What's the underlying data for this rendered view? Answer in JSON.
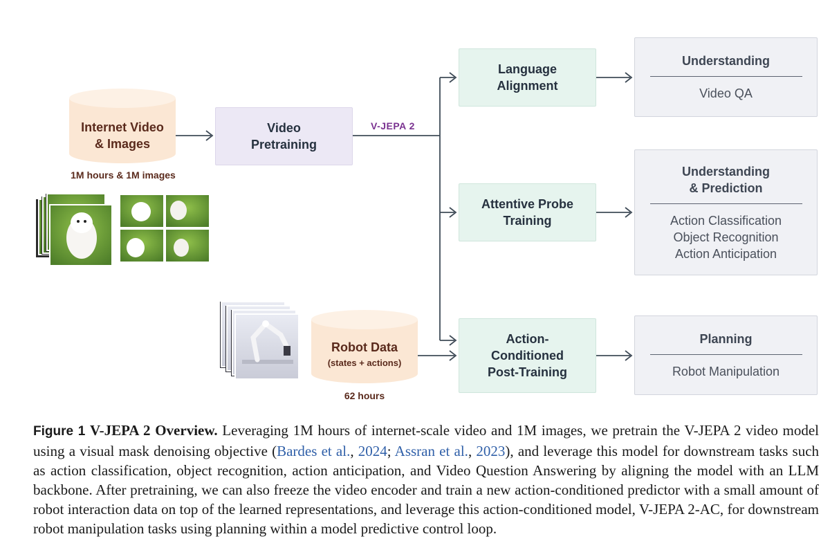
{
  "colors": {
    "cylinder_fill": "#fbe7d4",
    "cylinder_top": "#fdf1e5",
    "video_box": "#ece8f5",
    "green_box": "#e6f4ee",
    "output_box": "#f0f1f5",
    "arrow": "#3f4b57",
    "vjepa_label": "#7a3290",
    "citation": "#2f5fa8"
  },
  "inputs": {
    "internet": {
      "label_line1": "Internet Video",
      "label_line2": "& Images",
      "note": "1M hours & 1M images"
    },
    "robot": {
      "label": "Robot Data",
      "sublabel": "(states + actions)",
      "note": "62 hours"
    }
  },
  "pretraining": {
    "label_line1": "Video",
    "label_line2": "Pretraining",
    "output_label": "V-JEPA 2"
  },
  "stages": {
    "language": {
      "line1": "Language",
      "line2": "Alignment"
    },
    "probe": {
      "line1": "Attentive Probe",
      "line2": "Training"
    },
    "action": {
      "line1": "Action-",
      "line2": "Conditioned",
      "line3": "Post-Training"
    }
  },
  "outputs": {
    "understanding": {
      "title": "Understanding",
      "items": [
        "Video QA"
      ]
    },
    "understanding_prediction": {
      "title_line1": "Understanding",
      "title_line2": "& Prediction",
      "items": [
        "Action Classification",
        "Object Recognition",
        "Action Anticipation"
      ]
    },
    "planning": {
      "title": "Planning",
      "items": [
        "Robot Manipulation"
      ]
    }
  },
  "caption": {
    "figure_label": "Figure 1",
    "title": "V-JEPA 2 Overview.",
    "text_1": " Leveraging 1M hours of internet-scale video and 1M images, we pretrain the V-JEPA 2 video model using a visual mask denoising objective (",
    "cite_1_authors": "Bardes et al.",
    "sep_1": ", ",
    "cite_1_year": "2024",
    "text_2": "; ",
    "cite_2_authors": "Assran et al.",
    "sep_2": ", ",
    "cite_2_year": "2023",
    "text_3": "), and leverage this model for downstream tasks such as action classification, object recognition, action anticipation, and Video Question Answering by aligning the model with an LLM backbone. After pretraining, we can also freeze the video encoder and train a new action-conditioned predictor with a small amount of robot interaction data on top of the learned representations, and leverage this action-conditioned model, V-JEPA 2-AC, for downstream robot manipulation tasks using planning within a model predictive control loop."
  }
}
